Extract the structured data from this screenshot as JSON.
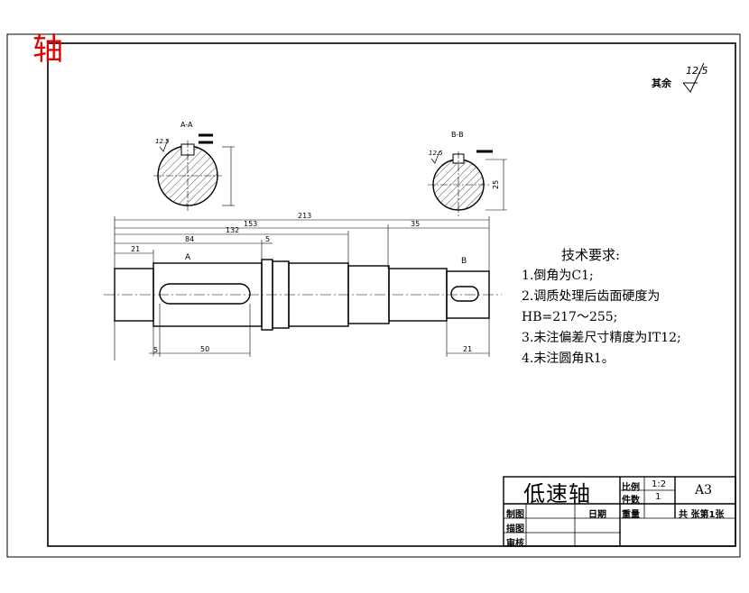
{
  "stamp": "轴",
  "roughness": {
    "label": "其余",
    "value": "12.5"
  },
  "requirements": {
    "title": "技术要求:",
    "items": [
      "1.倒角为C1;",
      "2.调质处理后齿面硬度为",
      "HB=217～255;",
      "3.未注偏差尺寸精度为IT12;",
      "4.未注圆角R1。"
    ]
  },
  "title_block": {
    "part_name": "低速轴",
    "scale_label": "比例",
    "scale_value": "1:2",
    "qty_label": "件数",
    "qty_value": "1",
    "size": "A3",
    "drawn_label": "制图",
    "date_label": "日期",
    "weight_label": "重量",
    "sheet_info": "共 张第1张",
    "trace_label": "描图",
    "review_label": "审核"
  },
  "sections": {
    "a_label": "A-A",
    "b_label": "B-B",
    "a_roughness": "12.5",
    "b_roughness": "12.5",
    "b_dim": "25"
  },
  "dimensions": {
    "overall": "213",
    "d153": "153",
    "d132": "132",
    "d35": "35",
    "d84": "84",
    "d21_left": "21",
    "d5_top": "5",
    "d5_bottom": "5",
    "d50": "50",
    "d21_right": "21",
    "label_A": "A",
    "label_B": "B"
  }
}
